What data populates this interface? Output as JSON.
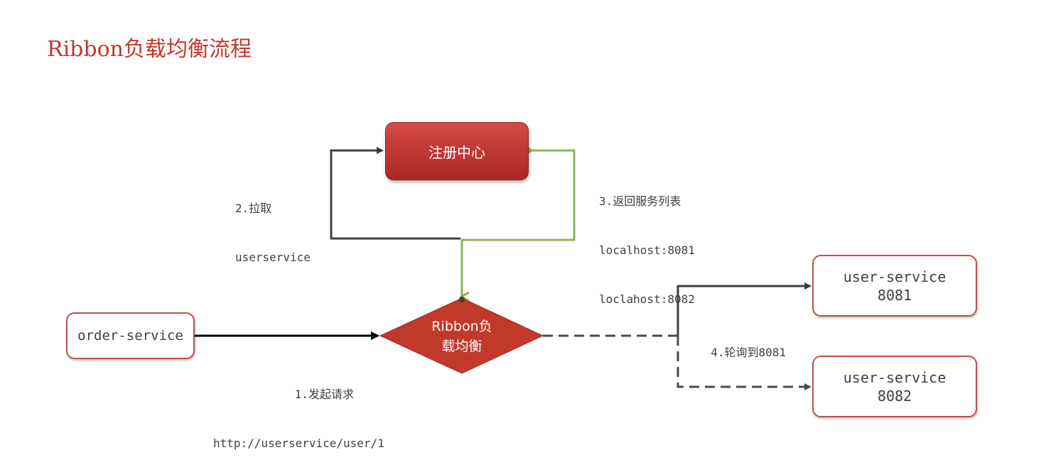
{
  "title": "Ribbon负载均衡流程",
  "nodes": {
    "order_service": "order-service",
    "registry": "注册中心",
    "load_balancer_line1": "Ribbon负",
    "load_balancer_line2": "载均衡",
    "user_service_1_name": "user-service",
    "user_service_1_port": "8081",
    "user_service_2_name": "user-service",
    "user_service_2_port": "8082"
  },
  "edges": {
    "step1_line1": "1.发起请求",
    "step1_line2": "http://userservice/user/1",
    "step2_line1": "2.拉取",
    "step2_line2": "userservice",
    "step3_line1": "3.返回服务列表",
    "step3_line2": "localhost:8081",
    "step3_line3": "loclahost:8082",
    "step4": "4.轮询到8081"
  },
  "colors": {
    "title": "#c0392b",
    "node_border": "#c0504d",
    "node_fill_red": "#c0392b",
    "arrow_dark": "#404040",
    "arrow_green": "#8db255"
  }
}
